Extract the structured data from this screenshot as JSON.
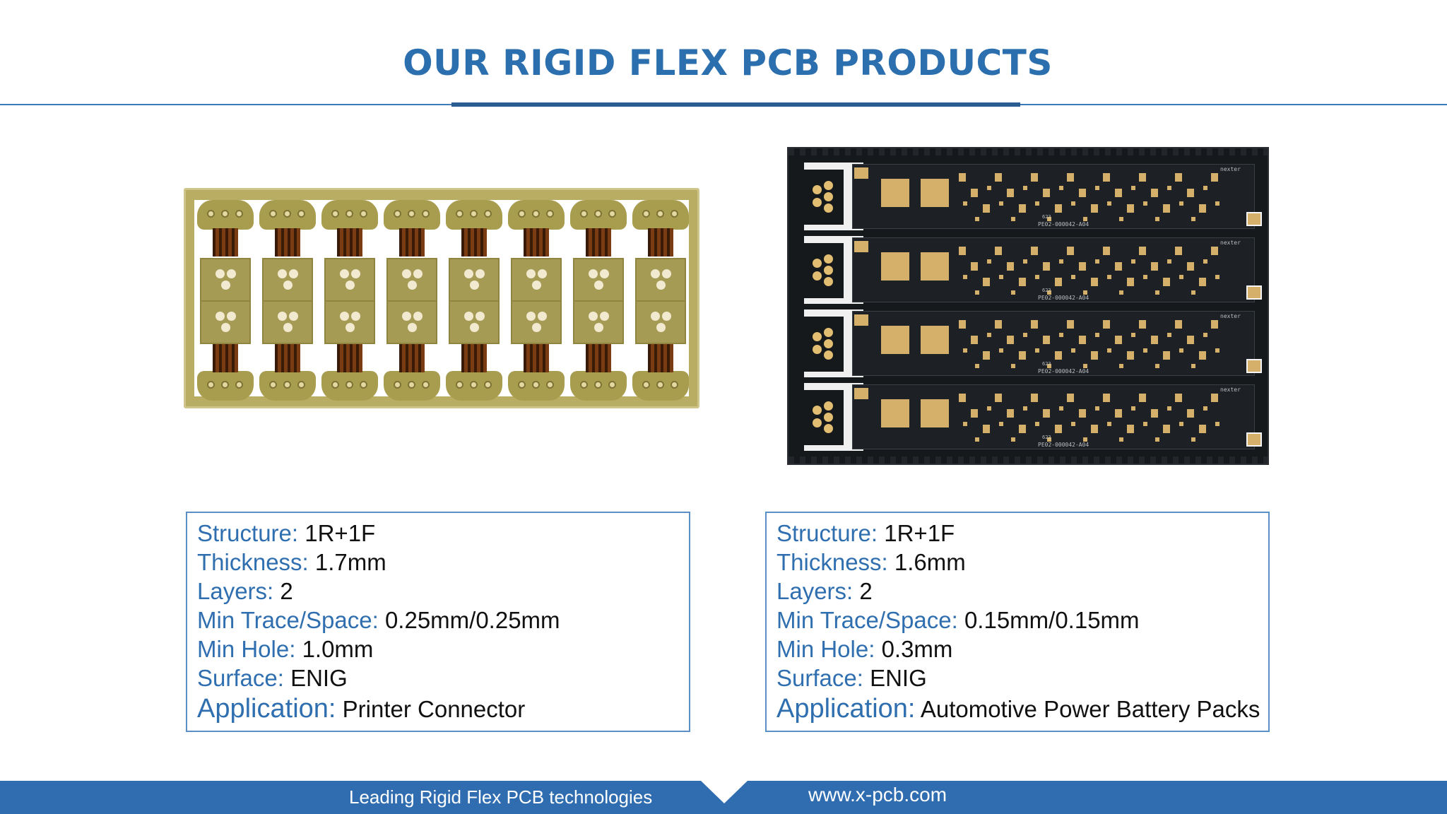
{
  "title": "OUR RIGID FLEX PCB PRODUCTS",
  "products": [
    {
      "image": "rigid-flex-pcb-panel",
      "specs": {
        "structure_label": "Structure:",
        "structure": "1R+1F",
        "thickness_label": "Thickness:",
        "thickness": "1.7mm",
        "layers_label": "Layers:",
        "layers": "2",
        "trace_label": "Min Trace/Space:",
        "trace": "0.25mm/0.25mm",
        "hole_label": "Min Hole:",
        "hole": "1.0mm",
        "surface_label": "Surface:",
        "surface": "ENIG",
        "application_label": "Application:",
        "application": "Printer Connector"
      }
    },
    {
      "image": "black-rigid-flex-pcb-panel",
      "board_markings": {
        "brand": "nexter",
        "silk_code": "PE02-000042-A04",
        "silk_ref": "623"
      },
      "specs": {
        "structure_label": "Structure:",
        "structure": "1R+1F",
        "thickness_label": "Thickness:",
        "thickness": "1.6mm",
        "layers_label": "Layers:",
        "layers": "2",
        "trace_label": "Min Trace/Space:",
        "trace": "0.15mm/0.15mm",
        "hole_label": "Min Hole:",
        "hole": "0.3mm",
        "surface_label": "Surface:",
        "surface": "ENIG",
        "application_label": "Application:",
        "application": "Automotive Power Battery Packs"
      }
    }
  ],
  "footer": {
    "tagline": "Leading Rigid Flex PCB technologies",
    "url": "www.x-pcb.com"
  },
  "colors": {
    "accent": "#2f6fb0",
    "footer": "#2f6db0",
    "title": "#2b6fae"
  }
}
